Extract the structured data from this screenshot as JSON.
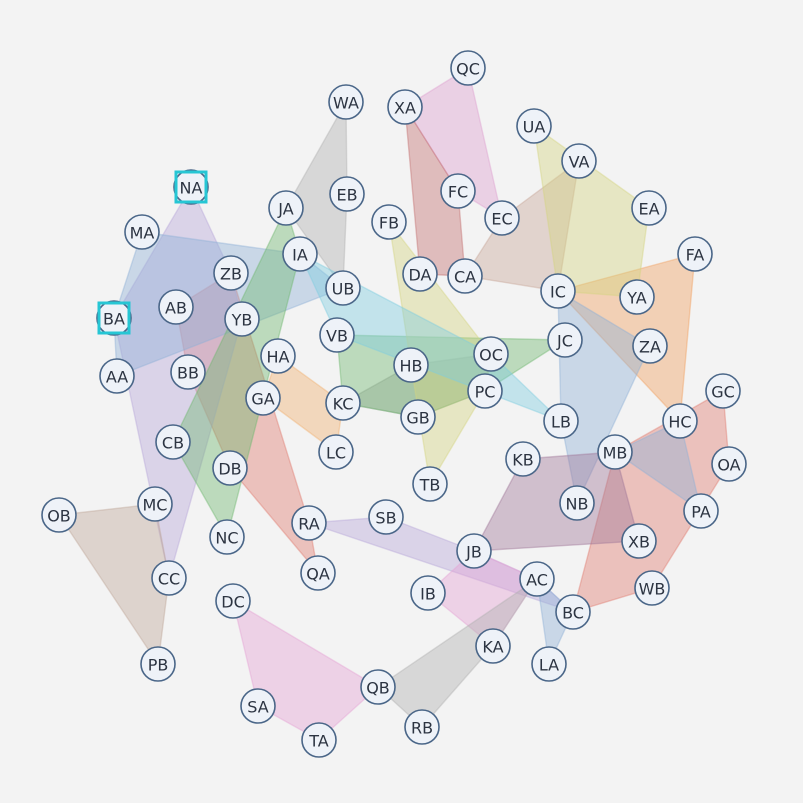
{
  "colors": {
    "background": "#f3f3f3",
    "node_fill": "#eef2f8",
    "node_stroke": "#4a6688",
    "selection": "#26c6d4"
  },
  "nodes": [
    "QC",
    "WA",
    "XA",
    "UA",
    "VA",
    "FC",
    "EC",
    "EA",
    "NA",
    "EB",
    "FB",
    "JA",
    "FA",
    "MA",
    "IA",
    "DA",
    "CA",
    "ZB",
    "UB",
    "IC",
    "YA",
    "AB",
    "YB",
    "BA",
    "VB",
    "JC",
    "OC",
    "ZA",
    "HA",
    "HB",
    "BB",
    "AA",
    "PC",
    "GC",
    "GA",
    "KC",
    "GB",
    "LB",
    "HC",
    "CB",
    "LC",
    "MB",
    "DB",
    "KB",
    "OA",
    "TB",
    "MC",
    "NB",
    "OB",
    "SB",
    "RA",
    "PA",
    "NC",
    "XB",
    "JB",
    "CC",
    "QA",
    "AC",
    "WB",
    "DC",
    "IB",
    "BC",
    "KA",
    "PB",
    "LA",
    "SA",
    "QB",
    "TA",
    "RB"
  ],
  "selected": [
    "NA",
    "BA"
  ],
  "sets": [
    {
      "color": "#e07b6f",
      "members": [
        "AB",
        "ZB",
        "YB",
        "BB",
        "DB",
        "RA",
        "QA"
      ]
    },
    {
      "color": "#f0a060",
      "members": [
        "FA",
        "YA",
        "ZA",
        "HC",
        "IC"
      ]
    },
    {
      "color": "#e07b6f",
      "members": [
        "GC",
        "HC",
        "OA",
        "MB",
        "XB",
        "WB",
        "BC"
      ]
    },
    {
      "color": "#b8a8d8",
      "members": [
        "NA",
        "ZB",
        "YB",
        "BA",
        "MC",
        "CC"
      ]
    },
    {
      "color": "#8fb0d6",
      "members": [
        "MA",
        "IA",
        "UB",
        "AB",
        "BA",
        "AA"
      ]
    },
    {
      "color": "#70b870",
      "members": [
        "JA",
        "IA",
        "CB",
        "NC",
        "DB"
      ]
    },
    {
      "color": "#bfa898",
      "members": [
        "OB",
        "MC",
        "CC",
        "PB"
      ]
    },
    {
      "color": "#e5a3d5",
      "members": [
        "DC",
        "SA",
        "TA",
        "QB"
      ]
    },
    {
      "color": "#b0b0b0",
      "members": [
        "WA",
        "EB",
        "JA",
        "UB"
      ]
    },
    {
      "color": "#dda0cf",
      "members": [
        "QC",
        "XA",
        "FC",
        "EC"
      ]
    },
    {
      "color": "#c8a898",
      "members": [
        "VA",
        "EC",
        "CA",
        "IC"
      ]
    },
    {
      "color": "#d5d580",
      "members": [
        "UA",
        "VA",
        "EA",
        "YA",
        "IC"
      ]
    },
    {
      "color": "#c47070",
      "members": [
        "XA",
        "FC",
        "CA",
        "DA"
      ]
    },
    {
      "color": "#a0a0a0",
      "members": [
        "HB",
        "OC",
        "PC",
        "KC",
        "GB"
      ]
    },
    {
      "color": "#70b870",
      "members": [
        "VB",
        "KC",
        "GB",
        "PC",
        "OC",
        "JC"
      ]
    },
    {
      "color": "#f0b070",
      "members": [
        "HA",
        "GA",
        "LC",
        "KC"
      ]
    },
    {
      "color": "#d5d580",
      "members": [
        "FB",
        "HB",
        "TB",
        "PC",
        "OC"
      ]
    },
    {
      "color": "#8fb0d6",
      "members": [
        "IC",
        "JC",
        "ZA",
        "LB",
        "NB"
      ]
    },
    {
      "color": "#7fcde0",
      "members": [
        "IA",
        "UB",
        "VB",
        "OC",
        "LB"
      ]
    },
    {
      "color": "#b8a8d8",
      "members": [
        "RA",
        "SB",
        "JB",
        "AC",
        "BC"
      ]
    },
    {
      "color": "#e5a3d5",
      "members": [
        "JB",
        "IB",
        "KA",
        "AC"
      ]
    },
    {
      "color": "#b0b0b0",
      "members": [
        "RB",
        "KA",
        "AC",
        "QB"
      ]
    },
    {
      "color": "#8fb0d6",
      "members": [
        "LA",
        "BC",
        "AC"
      ]
    },
    {
      "color": "#8fb0d6",
      "members": [
        "MB",
        "PA",
        "HC"
      ]
    },
    {
      "color": "#a07898",
      "members": [
        "KB",
        "JB",
        "XB",
        "MB"
      ]
    }
  ]
}
